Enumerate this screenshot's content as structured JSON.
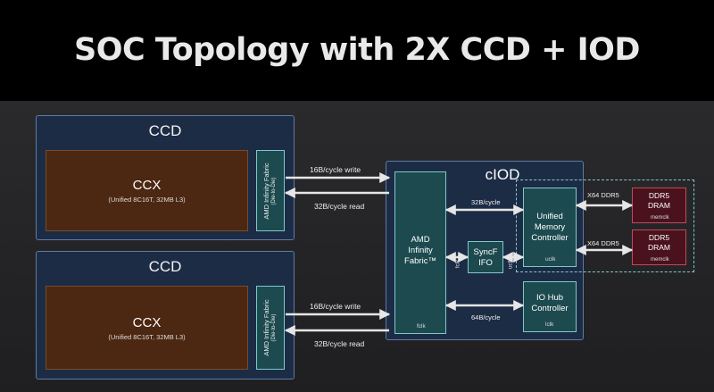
{
  "title": "SOC Topology with 2X CCD + IOD",
  "ccd_top": {
    "label": "CCD",
    "ccx_label": "CCX",
    "ccx_sub": "(Unified 8C16T, 32MB L3)",
    "fabric_label": "AMD Infinity Fabric",
    "fabric_sub": "(Die-to-Die)"
  },
  "ccd_bottom": {
    "label": "CCD",
    "ccx_label": "CCX",
    "ccx_sub": "(Unified 8C16T, 32MB L3)",
    "fabric_label": "AMD Infinity Fabric",
    "fabric_sub": "(Die-to-Die)"
  },
  "links": {
    "top_write": "16B/cycle write",
    "top_read": "32B/cycle read",
    "bottom_write": "16B/cycle write",
    "bottom_read": "32B/cycle read",
    "umc_link": "32B/cycle",
    "iohub_link": "64B/cycle",
    "ddr_top": "X64 DDR5",
    "ddr_bottom": "X64 DDR5"
  },
  "ciod": {
    "label": "cIOD",
    "fabric_line1": "AMD",
    "fabric_line2": "Infinity",
    "fabric_line3": "Fabric™",
    "fclk_fabric": "fclk",
    "fclk_side": "fclk",
    "syncfifo_line1": "SyncF",
    "syncfifo_line2": "IFO",
    "uclk_side": "uclk",
    "umc_line1": "Unified",
    "umc_line2": "Memory",
    "umc_line3": "Controller",
    "umc_clk": "uclk",
    "iohub_line1": "IO Hub",
    "iohub_line2": "Controller",
    "iohub_clk": "lclk"
  },
  "dram_top": {
    "line1": "DDR5",
    "line2": "DRAM",
    "clk": "memclk"
  },
  "dram_bottom": {
    "line1": "DDR5",
    "line2": "DRAM",
    "clk": "memclk"
  }
}
